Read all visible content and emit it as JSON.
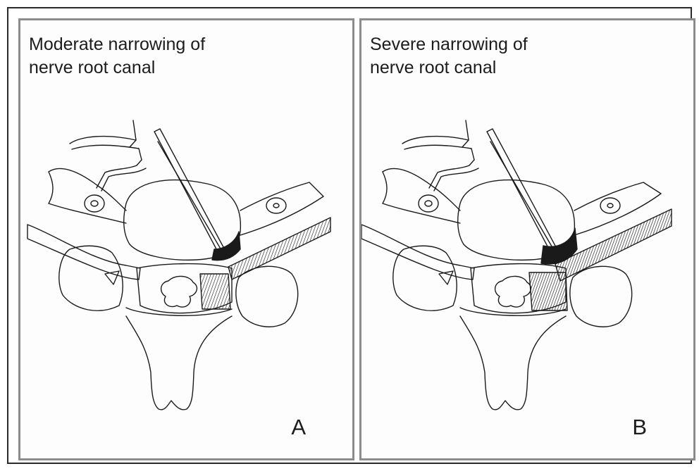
{
  "panels": [
    {
      "caption": "Moderate narrowing of\nnerve root canal",
      "letter": "A",
      "severity": "moderate"
    },
    {
      "caption": "Severe  narrowing of\nnerve root canal",
      "letter": "B",
      "severity": "severe"
    }
  ]
}
